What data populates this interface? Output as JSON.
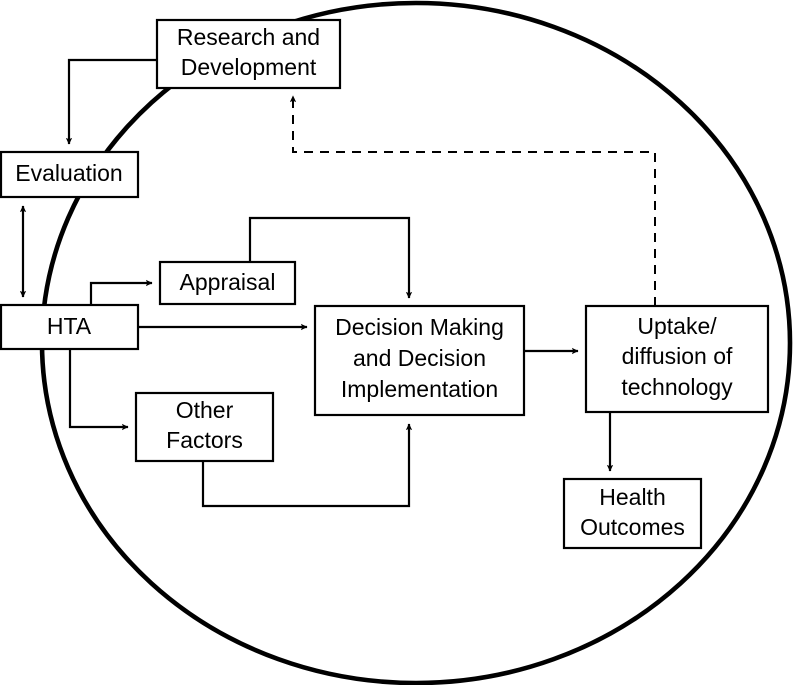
{
  "diagram": {
    "title": "Health Technology Assessment process diagram",
    "type": "flowchart",
    "boundary": {
      "shape": "ellipse",
      "name": "health-system-boundary",
      "stroke_color": "#000000"
    },
    "nodes": [
      {
        "id": "research-and-development",
        "lines": [
          "Research and",
          "Development"
        ],
        "line1": "Research and",
        "line2": "Development",
        "line3": ""
      },
      {
        "id": "evaluation",
        "lines": [
          "Evaluation"
        ],
        "line1": "Evaluation",
        "line2": "",
        "line3": ""
      },
      {
        "id": "hta",
        "lines": [
          "HTA"
        ],
        "line1": "HTA",
        "line2": "",
        "line3": ""
      },
      {
        "id": "appraisal",
        "lines": [
          "Appraisal"
        ],
        "line1": "Appraisal",
        "line2": "",
        "line3": ""
      },
      {
        "id": "other-factors",
        "lines": [
          "Other",
          "Factors"
        ],
        "line1": "Other",
        "line2": "Factors",
        "line3": ""
      },
      {
        "id": "decision-making-and-decision-implementation",
        "lines": [
          "Decision Making",
          "and Decision",
          "Implementation"
        ],
        "line1": "Decision Making",
        "line2": "and Decision",
        "line3": "Implementation"
      },
      {
        "id": "uptake-diffusion-of-technology",
        "lines": [
          "Uptake/",
          "diffusion of",
          "technology"
        ],
        "line1": "Uptake/",
        "line2": "diffusion of",
        "line3": "technology"
      },
      {
        "id": "health-outcomes",
        "lines": [
          "Health",
          "Outcomes"
        ],
        "line1": "Health",
        "line2": "Outcomes",
        "line3": ""
      }
    ],
    "edges": [
      {
        "id": "rd-to-evaluation",
        "from": "research-and-development",
        "to": "evaluation",
        "style": "solid",
        "arrow": "single"
      },
      {
        "id": "evaluation-hta",
        "from": "evaluation",
        "to": "hta",
        "style": "solid",
        "arrow": "double"
      },
      {
        "id": "hta-to-appraisal",
        "from": "hta",
        "to": "appraisal",
        "style": "solid",
        "arrow": "single"
      },
      {
        "id": "hta-to-decision-making",
        "from": "hta",
        "to": "decision-making-and-decision-implementation",
        "style": "solid",
        "arrow": "single"
      },
      {
        "id": "hta-to-other-factors",
        "from": "hta",
        "to": "other-factors",
        "style": "solid",
        "arrow": "single"
      },
      {
        "id": "appraisal-to-decision-making",
        "from": "appraisal",
        "to": "decision-making-and-decision-implementation",
        "style": "solid",
        "arrow": "single"
      },
      {
        "id": "other-factors-to-decision-making",
        "from": "other-factors",
        "to": "decision-making-and-decision-implementation",
        "style": "solid",
        "arrow": "single"
      },
      {
        "id": "decision-making-to-uptake",
        "from": "decision-making-and-decision-implementation",
        "to": "uptake-diffusion-of-technology",
        "style": "solid",
        "arrow": "single"
      },
      {
        "id": "uptake-to-health-outcomes",
        "from": "uptake-diffusion-of-technology",
        "to": "health-outcomes",
        "style": "solid",
        "arrow": "single"
      },
      {
        "id": "uptake-to-research-and-development",
        "from": "uptake-diffusion-of-technology",
        "to": "research-and-development",
        "style": "dashed",
        "arrow": "single"
      }
    ]
  }
}
